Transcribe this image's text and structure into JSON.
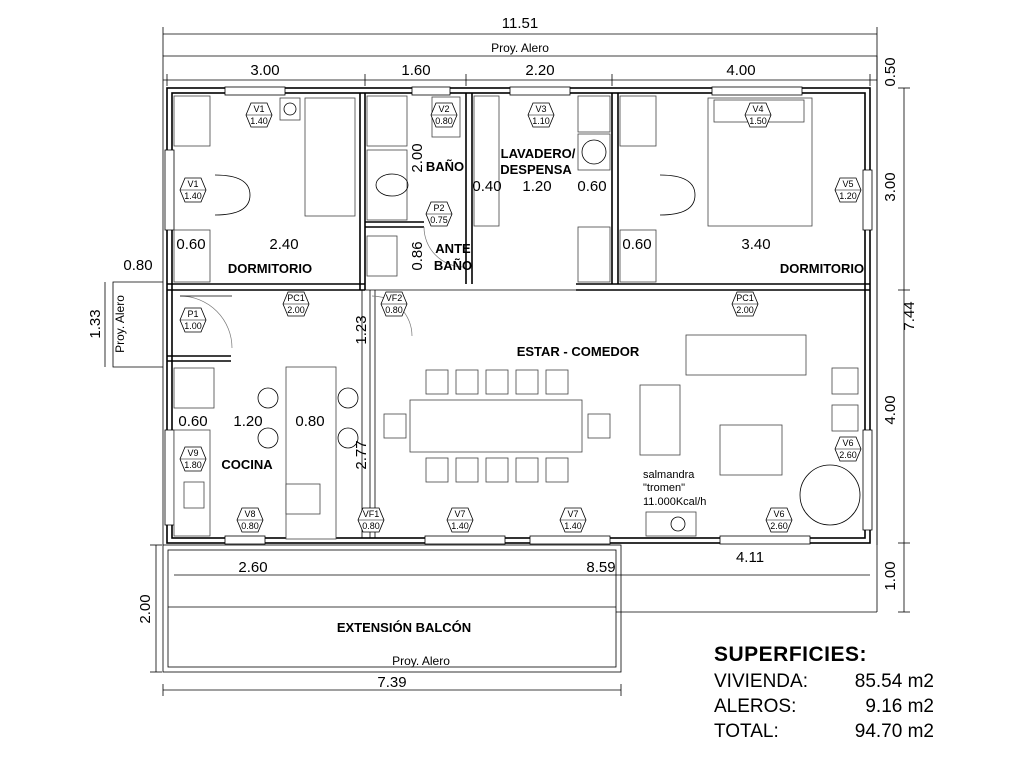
{
  "dimensions": {
    "overall_width": "11.51",
    "eave_projection": "Proy. Alero",
    "eave_side": "0.50",
    "top_segments": [
      "3.00",
      "1.60",
      "2.20",
      "4.00"
    ],
    "bath_height": "2.00",
    "laundry_segments": [
      "0.40",
      "1.20",
      "0.60"
    ],
    "dorm_left_closet": "0.60",
    "dorm_left_width": "2.40",
    "dorm_right_closet": "0.60",
    "dorm_right_width": "3.40",
    "anteroom_width": "0.86",
    "entry_offset": "0.80",
    "entry_depth": "1.33",
    "entry_eave": "Proy. Alero",
    "hall_height": "1.23",
    "kitchen_segments": [
      "0.60",
      "1.20",
      "0.80"
    ],
    "kitchen_height": "2.77",
    "right_upper": "3.00",
    "right_total": "7.44",
    "right_lower": "4.00",
    "right_eave": "1.00",
    "bottom_left": "2.60",
    "bottom_mid": "8.59",
    "bottom_right": "4.11",
    "balcony_depth": "2.00",
    "balcony_eave": "Proy. Alero",
    "balcony_width": "7.39"
  },
  "rooms": {
    "dorm_left": "DORMITORIO",
    "bath": "BAÑO",
    "laundry_line1": "LAVADERO/",
    "laundry_line2": "DESPENSA",
    "ante_line1": "ANTE",
    "ante_line2": "BAÑO",
    "dorm_right": "DORMITORIO",
    "living": "ESTAR - COMEDOR",
    "kitchen": "COCINA",
    "balcony": "EXTENSIÓN BALCÓN"
  },
  "tags": [
    {
      "id": "V1",
      "size": "1.40"
    },
    {
      "id": "V1",
      "size": "1.40"
    },
    {
      "id": "V2",
      "size": "0.80"
    },
    {
      "id": "V3",
      "size": "1.10"
    },
    {
      "id": "V4",
      "size": "1.50"
    },
    {
      "id": "V5",
      "size": "1.20"
    },
    {
      "id": "P2",
      "size": "0.75"
    },
    {
      "id": "P1",
      "size": "1.00"
    },
    {
      "id": "PC1",
      "size": "2.00"
    },
    {
      "id": "VF2",
      "size": "0.80"
    },
    {
      "id": "PC1",
      "size": "2.00"
    },
    {
      "id": "V9",
      "size": "1.80"
    },
    {
      "id": "V6",
      "size": "2.60"
    },
    {
      "id": "V8",
      "size": "0.80"
    },
    {
      "id": "VF1",
      "size": "0.80"
    },
    {
      "id": "V7",
      "size": "1.40"
    },
    {
      "id": "V7",
      "size": "1.40"
    },
    {
      "id": "V6",
      "size": "2.60"
    }
  ],
  "stove_note": [
    "salmandra",
    "\"tromen\"",
    "11.000Kcal/h"
  ],
  "summary": {
    "title": "SUPERFICIES:",
    "rows": [
      {
        "label": "VIVIENDA:",
        "value": "85.54 m2"
      },
      {
        "label": "ALEROS:",
        "value": "9.16 m2"
      },
      {
        "label": "TOTAL:",
        "value": "94.70 m2"
      }
    ]
  }
}
